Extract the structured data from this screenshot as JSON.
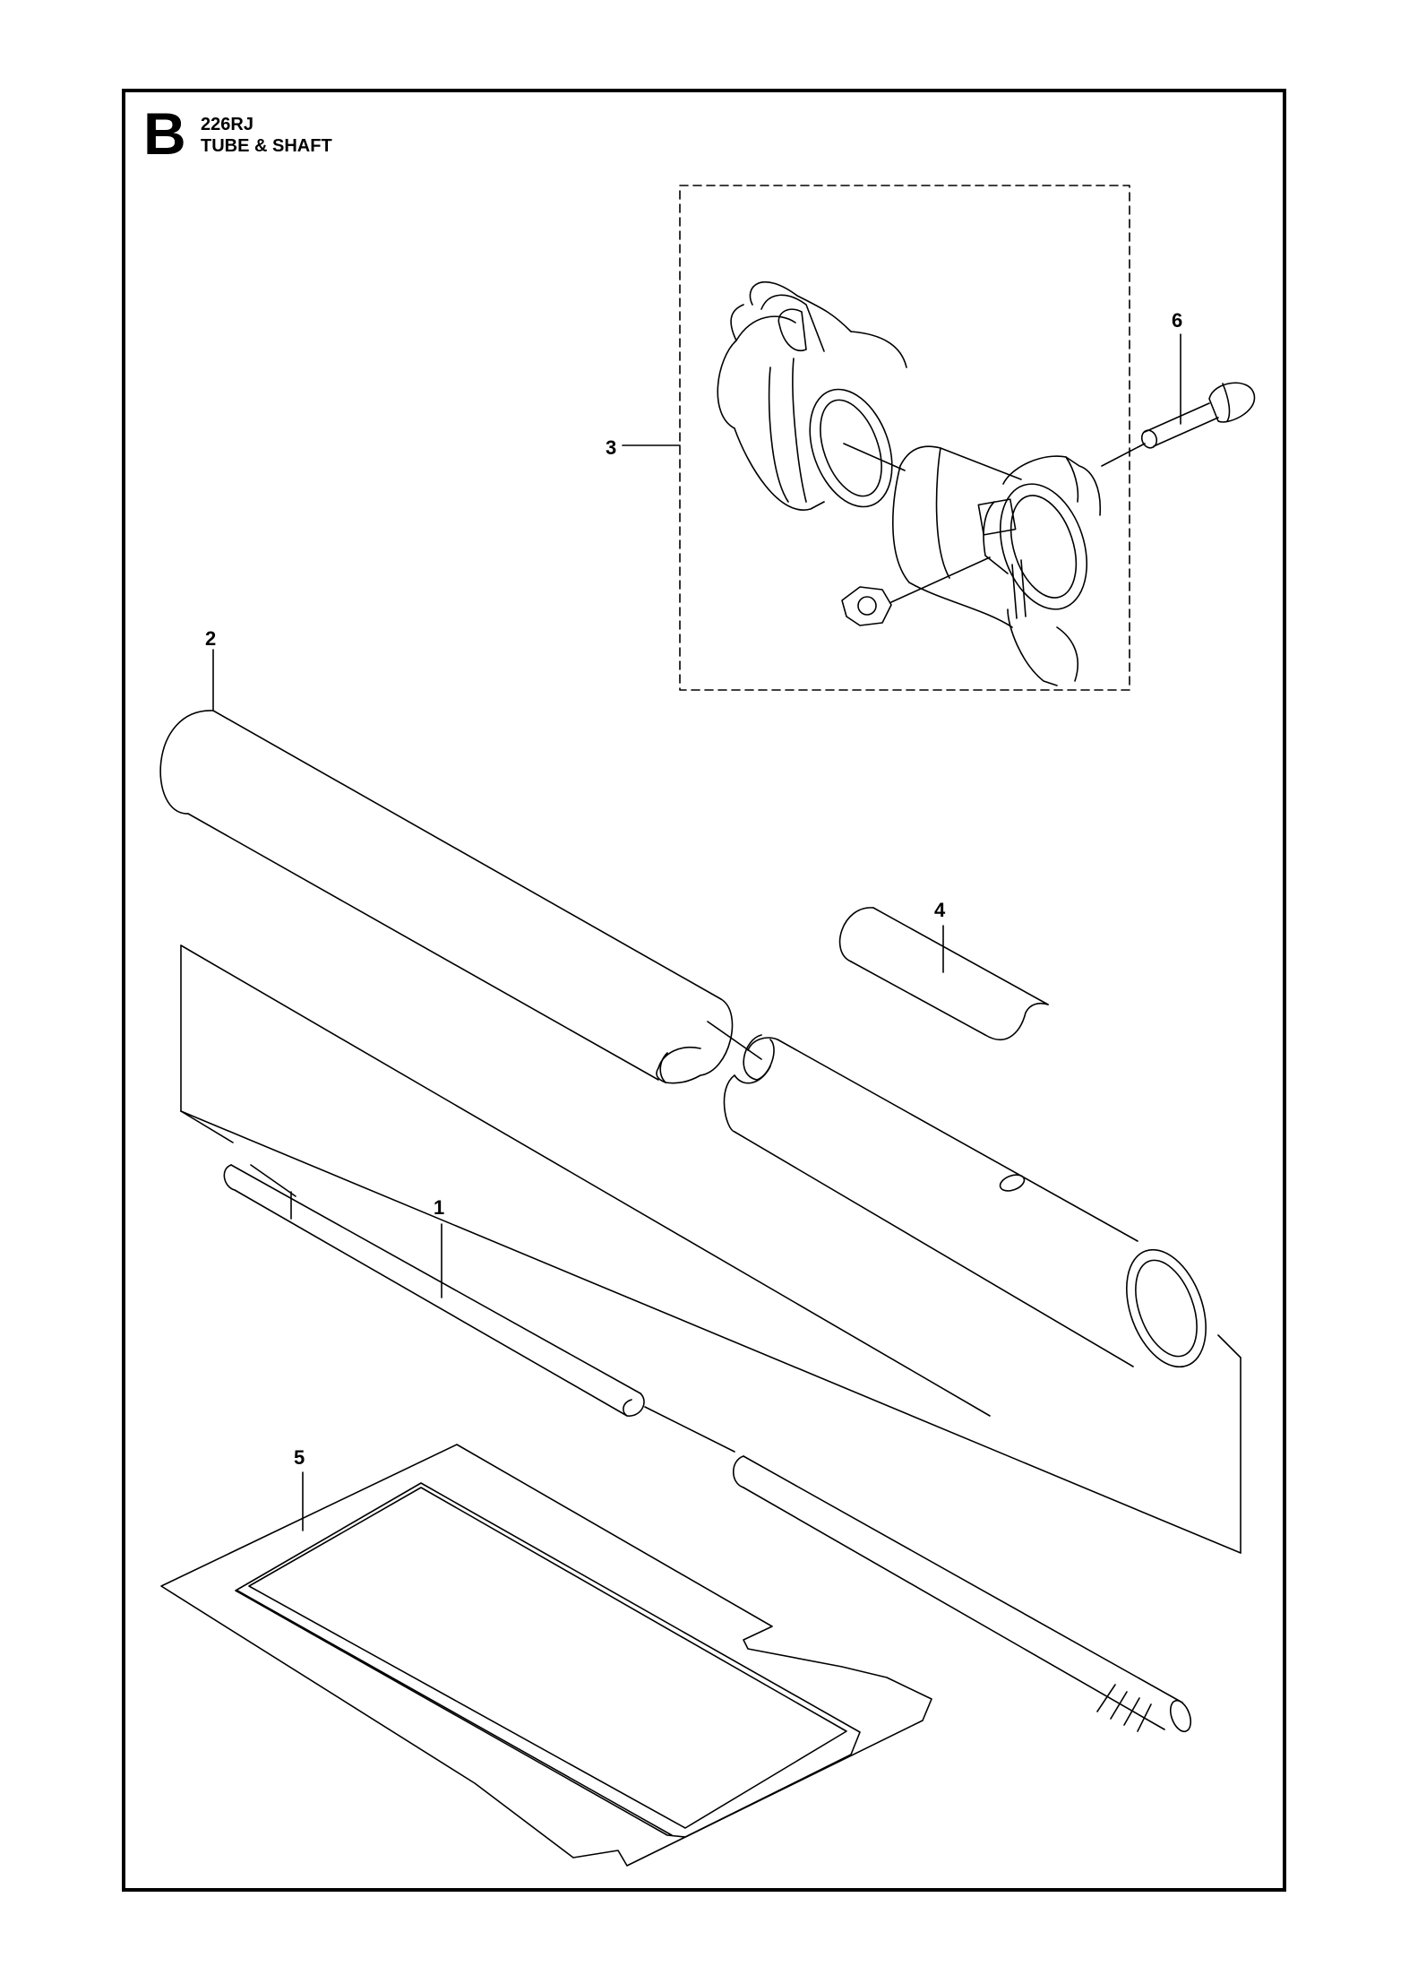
{
  "header": {
    "section_letter": "B",
    "model": "226RJ",
    "title": "TUBE & SHAFT"
  },
  "callouts": [
    {
      "id": "1",
      "label": "1",
      "part": "drive-shaft"
    },
    {
      "id": "2",
      "label": "2",
      "part": "outer-tube"
    },
    {
      "id": "3",
      "label": "3",
      "part": "clamp-assembly"
    },
    {
      "id": "4",
      "label": "4",
      "part": "tube-sleeve"
    },
    {
      "id": "5",
      "label": "5",
      "part": "decal"
    },
    {
      "id": "6",
      "label": "6",
      "part": "bolt"
    }
  ],
  "colors": {
    "line": "#000000",
    "background": "#ffffff"
  }
}
